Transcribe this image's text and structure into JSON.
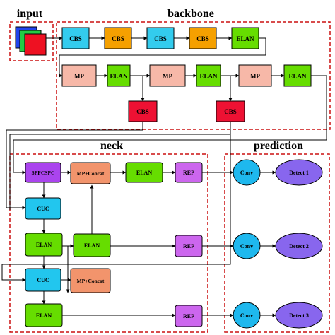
{
  "sections": {
    "input": "input",
    "backbone": "backbone",
    "neck": "neck",
    "prediction": "prediction"
  },
  "backbone": {
    "row1": [
      "CBS",
      "CBS",
      "CBS",
      "CBS",
      "ELAN"
    ],
    "row2": [
      "MP",
      "ELAN",
      "MP",
      "ELAN",
      "MP",
      "ELAN"
    ],
    "down": [
      "CBS",
      "CBS"
    ]
  },
  "neck": {
    "sppcspc": "SPPCSPC",
    "mpconcat_top": "MP+Concat",
    "elan_top": "ELAN",
    "rep_top": "REP",
    "cuc_1": "CUC",
    "elan_left_1": "ELAN",
    "elan_mid": "ELAN",
    "rep_mid": "REP",
    "cuc_2": "CUC",
    "mpconcat_bottom": "MP+Concat",
    "elan_left_2": "ELAN",
    "rep_bottom": "REP"
  },
  "prediction": {
    "conv": [
      "Conv",
      "Conv",
      "Conv"
    ],
    "detect": [
      "Detect 1",
      "Detect 2",
      "Detect 3"
    ]
  },
  "colors": {
    "cbs_blue": "#33ccee",
    "cbs_orange": "#f5a000",
    "elan_green": "#66dd00",
    "mp_pink": "#f7b8a8",
    "cbs_red": "#ee1133",
    "sppcspc_purple": "#aa44ee",
    "mpconcat_salmon": "#f2946c",
    "rep_violet": "#cc66ee",
    "cuc_blue": "#22c6ee",
    "conv_blue": "#1eb8ee",
    "detect_purple": "#8866ee",
    "dashed_red": "#cc1111"
  }
}
